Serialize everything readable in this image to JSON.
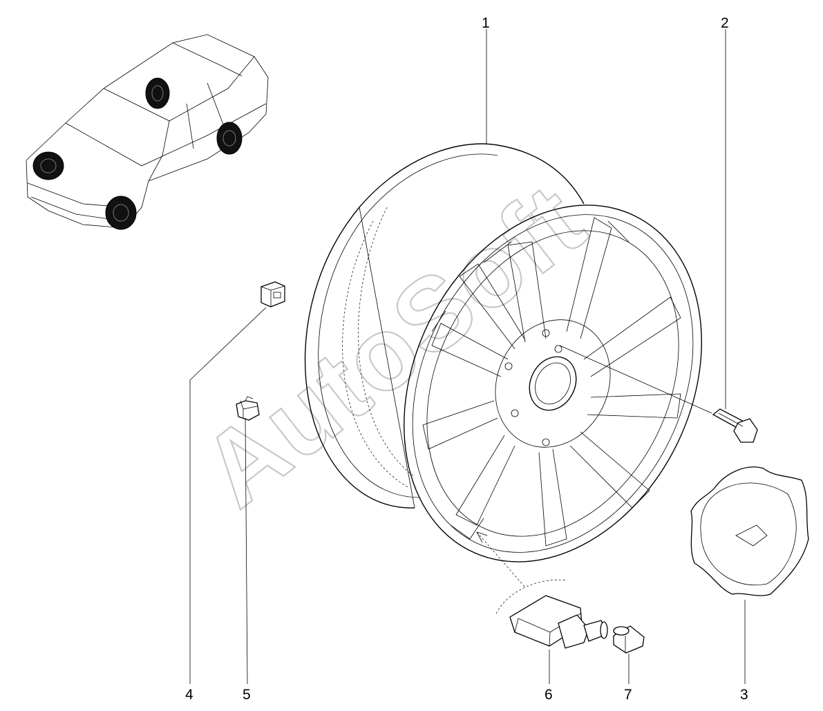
{
  "diagram": {
    "watermark": "AutoSoft",
    "callouts": [
      {
        "id": "1",
        "label": "1"
      },
      {
        "id": "2",
        "label": "2"
      },
      {
        "id": "3",
        "label": "3"
      },
      {
        "id": "4",
        "label": "4"
      },
      {
        "id": "5",
        "label": "5"
      },
      {
        "id": "6",
        "label": "6"
      },
      {
        "id": "7",
        "label": "7"
      }
    ],
    "parts": [
      {
        "id": "wheel",
        "callout": "1"
      },
      {
        "id": "lug-bolt",
        "callout": "2"
      },
      {
        "id": "center-cap",
        "callout": "3"
      },
      {
        "id": "clip-upper",
        "callout": "4"
      },
      {
        "id": "clip-lower",
        "callout": "5"
      },
      {
        "id": "tpms-sensor",
        "callout": "6"
      },
      {
        "id": "valve-cap",
        "callout": "7"
      }
    ],
    "colors": {
      "line": "#000000",
      "watermark": "#c8c8c8",
      "background": "#ffffff"
    }
  }
}
